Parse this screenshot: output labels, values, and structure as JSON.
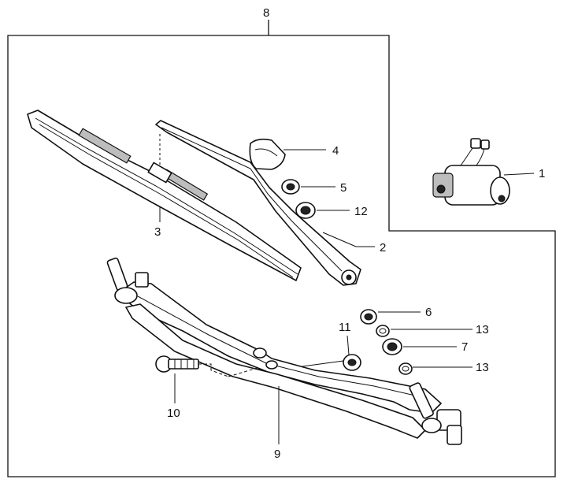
{
  "callouts": {
    "c1": "1",
    "c2": "2",
    "c3": "3",
    "c4": "4",
    "c5": "5",
    "c6": "6",
    "c7": "7",
    "c8": "8",
    "c9": "9",
    "c10": "10",
    "c11": "11",
    "c12": "12",
    "c13a": "13",
    "c13b": "13"
  },
  "colors": {
    "ink": "#111111",
    "paper": "#ffffff"
  }
}
